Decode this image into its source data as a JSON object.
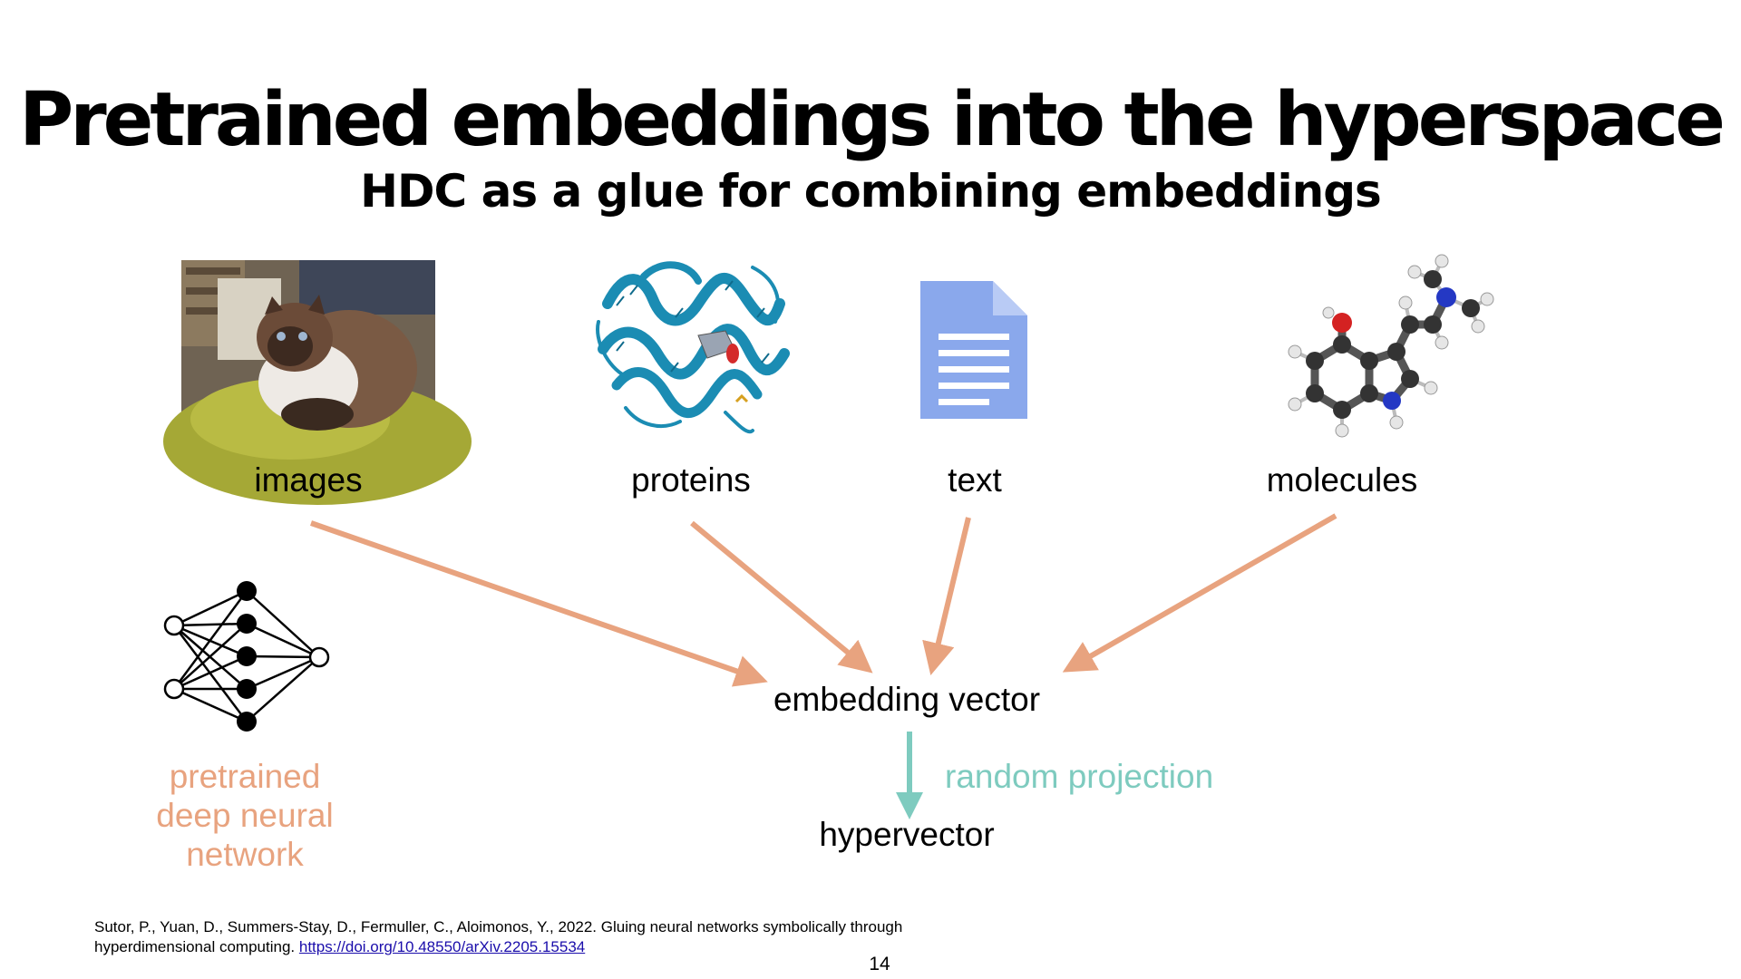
{
  "slide": {
    "title": "Pretrained embeddings into the hyperspace",
    "subtitle": "HDC as a glue for combining embeddings",
    "page_number": "14"
  },
  "inputs": [
    {
      "label": "images",
      "icon": "cat-photo"
    },
    {
      "label": "proteins",
      "icon": "protein-ribbon"
    },
    {
      "label": "text",
      "icon": "document"
    },
    {
      "label": "molecules",
      "icon": "ball-and-stick-molecule"
    }
  ],
  "network": {
    "label_line1": "pretrained",
    "label_line2": "deep neural",
    "label_line3": "network"
  },
  "diagram": {
    "embedding_vector": "embedding vector",
    "projection": "random projection",
    "hypervector": "hypervector"
  },
  "citation": {
    "text_line1": "Sutor, P., Yuan, D., Summers-Stay, D., Fermuller, C., Aloimonos, Y., 2022. Gluing neural networks symbolically through",
    "text_line2": "hyperdimensional computing.",
    "link": "https://doi.org/10.48550/arXiv.2205.15534"
  },
  "colors": {
    "arrow_orange": "#e8a37f",
    "arrow_teal": "#7ecbbf",
    "document_blue": "#8aa8ec"
  }
}
